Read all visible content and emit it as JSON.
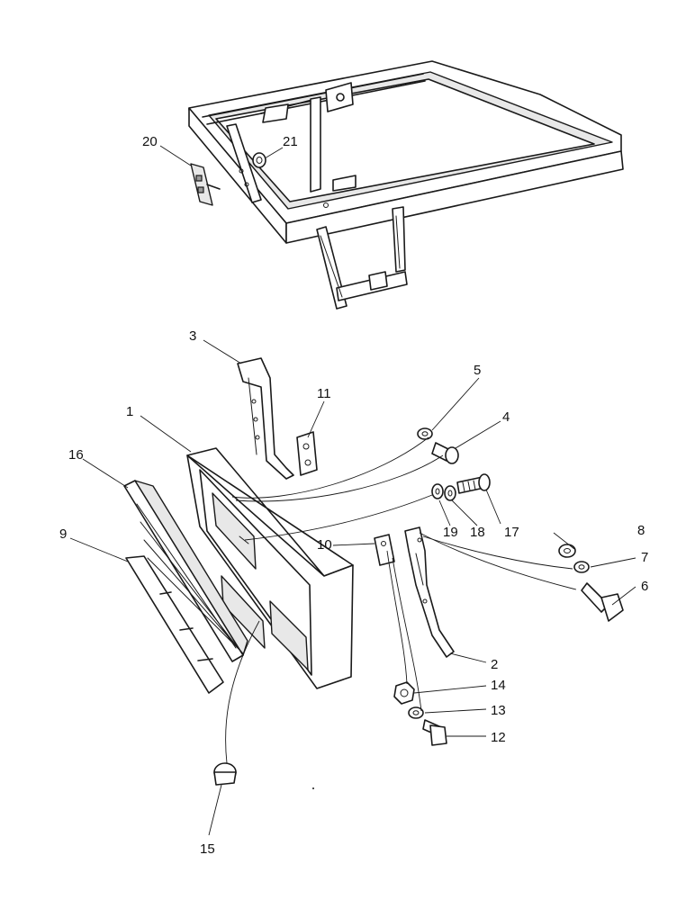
{
  "callouts": {
    "c1": "1",
    "c2": "2",
    "c3": "3",
    "c4": "4",
    "c5": "5",
    "c6": "6",
    "c7": "7",
    "c8": "8",
    "c9": "9",
    "c10": "10",
    "c11": "11",
    "c12": "12",
    "c13": "13",
    "c14": "14",
    "c15": "15",
    "c16": "16",
    "c17": "17",
    "c18": "18",
    "c19": "19",
    "c20": "20",
    "c21": "21"
  },
  "colors": {
    "ink": "#1a1a1a",
    "paper": "#ffffff"
  }
}
